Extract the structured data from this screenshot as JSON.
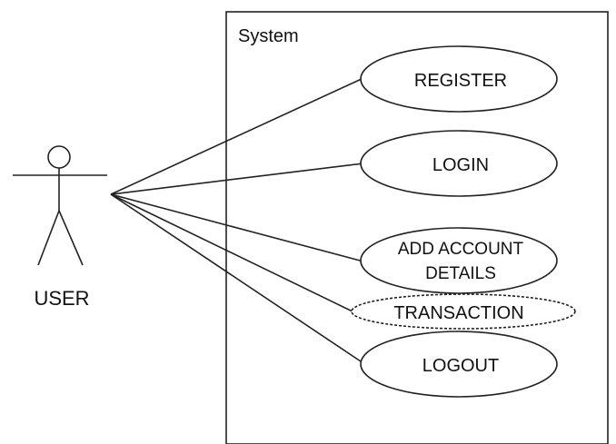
{
  "system": {
    "label": "System"
  },
  "actor": {
    "name": "USER"
  },
  "use_cases": [
    {
      "label_lines": [
        "REGISTER"
      ]
    },
    {
      "label_lines": [
        "LOGIN"
      ]
    },
    {
      "label_lines": [
        "ADD ACCOUNT",
        "DETAILS"
      ]
    },
    {
      "label_lines": [
        "TRANSACTION"
      ],
      "color": "#2f5e3a",
      "dashed": true
    },
    {
      "label_lines": [
        "LOGOUT"
      ]
    }
  ],
  "colors": {
    "line": "#222222",
    "text": "#111111",
    "transaction_text": "#2f5e3a"
  }
}
